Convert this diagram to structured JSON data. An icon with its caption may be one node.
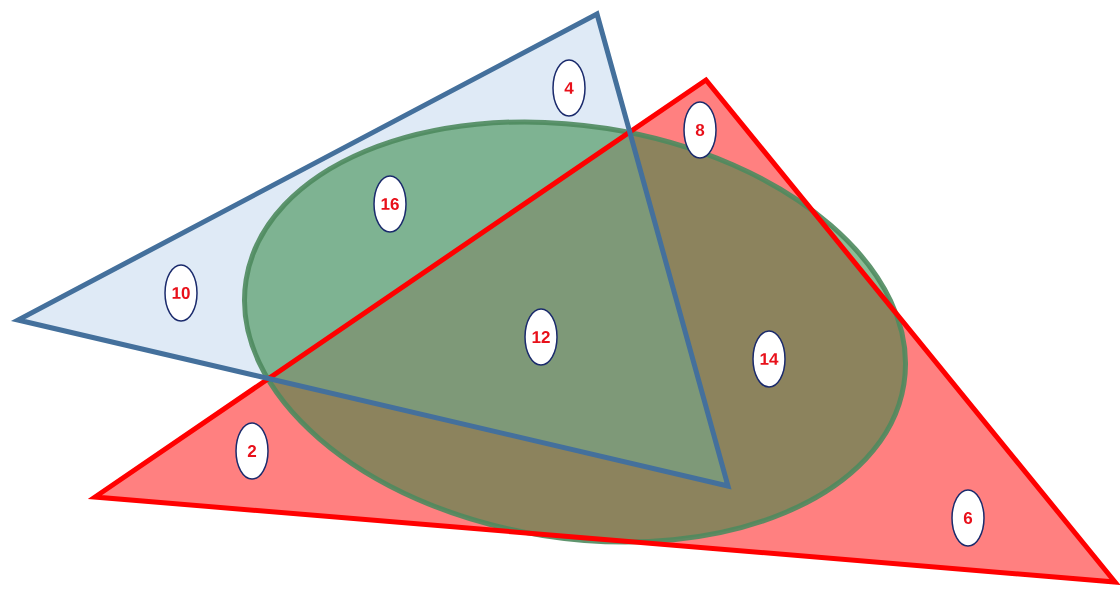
{
  "diagram": {
    "nodes": [
      {
        "text": [
          "4"
        ]
      },
      {
        "text": [
          "8"
        ]
      },
      {
        "text": [
          "16"
        ]
      },
      {
        "text": [
          "10"
        ]
      },
      {
        "text": [
          "12"
        ]
      },
      {
        "text": [
          "14"
        ]
      },
      {
        "text": [
          "2"
        ]
      },
      {
        "text": [
          "6"
        ]
      }
    ]
  }
}
